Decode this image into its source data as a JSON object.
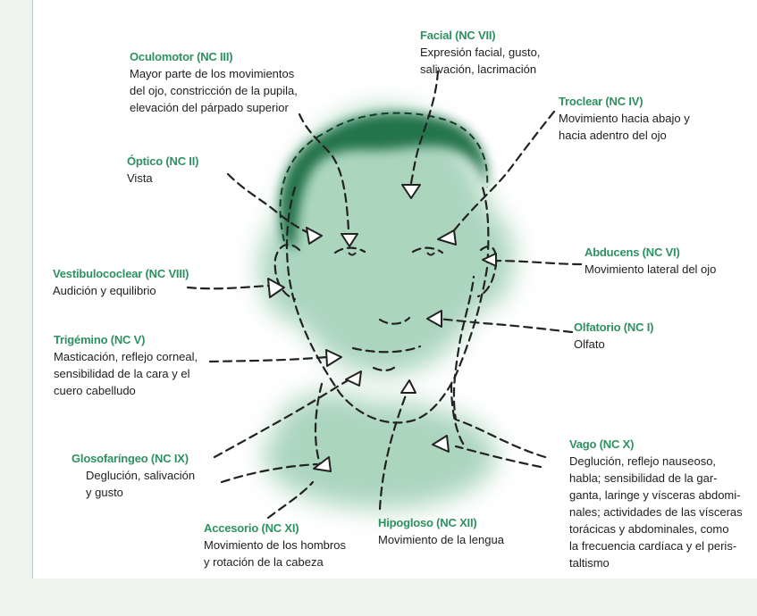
{
  "colors": {
    "title": "#2e9161",
    "text": "#1e1e1e",
    "hair": "#1f6e45",
    "wash": "#8fc7a8",
    "ink": "#222222",
    "page": "#ffffff",
    "background": "#eef3f0"
  },
  "nerves": [
    {
      "id": "oculomotor",
      "title": "Oculomotor (NC III)",
      "desc": "Mayor parte de los movimientos\ndel ojo, constricción de la pupila,\nelevación del párpado superior"
    },
    {
      "id": "facial",
      "title": "Facial (NC VII)",
      "desc": "Expresión facial, gusto,\nsalivación, lacrimación"
    },
    {
      "id": "troclear",
      "title": "Troclear (NC IV)",
      "desc": "Movimiento hacia abajo y\nhacia adentro del ojo"
    },
    {
      "id": "optico",
      "title": "Óptico (NC II)",
      "desc": "Vista"
    },
    {
      "id": "abducens",
      "title": "Abducens (NC VI)",
      "desc": "Movimiento lateral del ojo"
    },
    {
      "id": "vestibulococlear",
      "title": "Vestibulococlear (NC VIII)",
      "desc": "Audición y equilibrio"
    },
    {
      "id": "olfatorio",
      "title": "Olfatorio (NC I)",
      "desc": "Olfato"
    },
    {
      "id": "trigemino",
      "title": "Trigémino (NC V)",
      "desc": "Masticación, reflejo corneal,\nsensibilidad de la cara y el\ncuero cabelludo"
    },
    {
      "id": "glosofaringeo",
      "title": "Glosofaríngeo (NC IX)",
      "desc": "Deglución, salivación\ny gusto"
    },
    {
      "id": "vago",
      "title": "Vago (NC X)",
      "desc": "Deglución, reflejo nauseoso,\nhabla; sensibilidad de la gar-\nganta, laringe y vísceras abdomi-\nnales; actividades de las vísceras\ntorácicas y abdominales, como\nla frecuencia cardíaca y el peris-\ntaltismo"
    },
    {
      "id": "accesorio",
      "title": "Accesorio (NC XI)",
      "desc": "Movimiento de los hombros\ny rotación de la cabeza"
    },
    {
      "id": "hipogloso",
      "title": "Hipogloso (NC XII)",
      "desc": "Movimiento de la lengua"
    }
  ]
}
